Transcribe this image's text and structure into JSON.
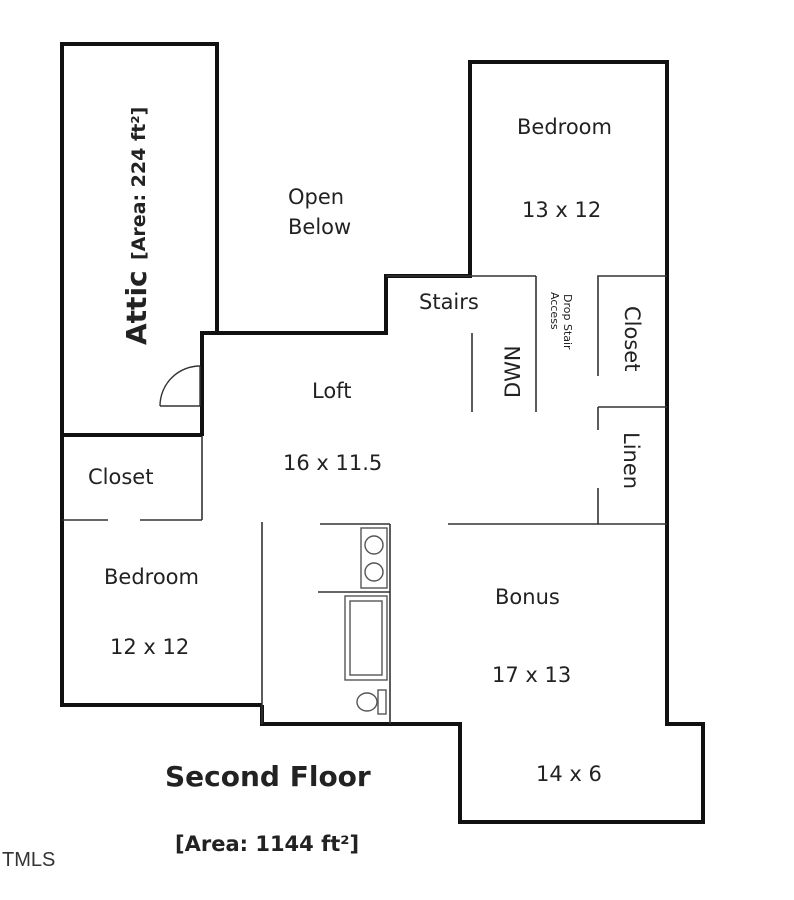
{
  "plan": {
    "title": "Second Floor",
    "total_area": "[Area: 1144 ft²]",
    "attic_name": "Attic",
    "attic_area": "[Area: 224 ft²]",
    "open_below_line1": "Open",
    "open_below_line2": "Below",
    "bedroom_upper": {
      "name": "Bedroom",
      "size": "13 x 12"
    },
    "stairs": "Stairs",
    "stairs_down": "DWN",
    "drop_stair_line1": "Drop Stair",
    "drop_stair_line2": "Access",
    "closet_right": "Closet",
    "linen": "Linen",
    "loft": {
      "name": "Loft",
      "size": "16 x 11.5"
    },
    "closet_left": "Closet",
    "bedroom_lower": {
      "name": "Bedroom",
      "size": "12 x 12"
    },
    "bonus": {
      "name": "Bonus",
      "size": "17 x 13",
      "alcove_size": "14 x 6"
    },
    "watermark": "TMLS"
  }
}
